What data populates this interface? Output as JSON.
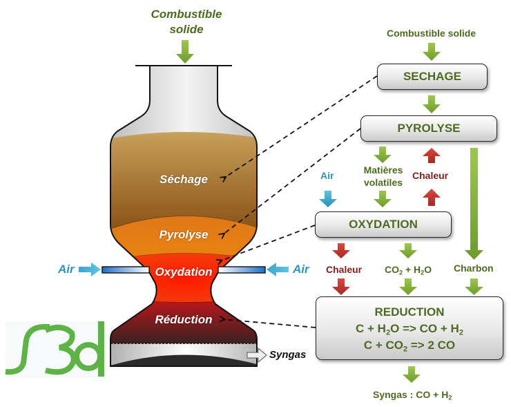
{
  "colors": {
    "green_text": "#4e6a22",
    "green_arrow": "#7faf3a",
    "red_text": "#7b1f1f",
    "red_arrow": "#c0392b",
    "blue_text": "#2f93b5",
    "blue_arrow": "#3aa6c9",
    "logo_green": "#5db346"
  },
  "reactor": {
    "input_label_line1": "Combustible",
    "input_label_line2": "solide",
    "zones": {
      "drying": "Séchage",
      "pyrolysis": "Pyrolyse",
      "oxidation": "Oxydation",
      "reduction": "Réduction"
    },
    "air_left": "Air",
    "air_right": "Air",
    "output": "Syngas"
  },
  "flow": {
    "input": "Combustible solide",
    "sechage": "SECHAGE",
    "pyrolyse": "PYROLYSE",
    "air": "Air",
    "volatiles_line1": "Matières",
    "volatiles_line2": "volatiles",
    "chaleur_up": "Chaleur",
    "oxydation": "OXYDATION",
    "chaleur_down": "Chaleur",
    "co2_h2o": {
      "a": "CO",
      "a_sub": "2",
      "b": " + H",
      "b_sub": "2",
      "c": "O"
    },
    "charbon": "Charbon",
    "reduction": {
      "title": "REDUCTION",
      "eq1": {
        "a": "C + H",
        "a_sub": "2",
        "b": "O => CO + H",
        "b_sub": "2"
      },
      "eq2": {
        "a": "C + CO",
        "a_sub": "2",
        "b": " => 2 CO"
      }
    },
    "syngas": {
      "a": "Syngas : CO + H",
      "a_sub": "2"
    }
  },
  "logo": {
    "text": "S3d"
  }
}
